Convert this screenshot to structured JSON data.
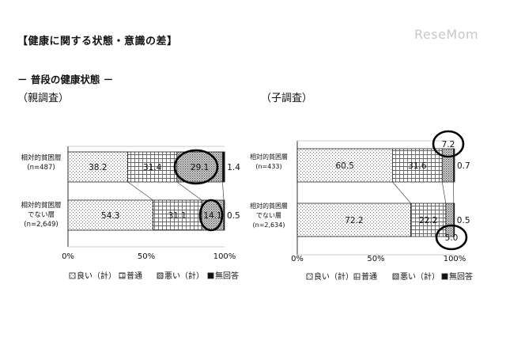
{
  "header": {
    "title": "【健康に関する状態・意識の差】",
    "subtitle": "－ 普段の健康状態 －",
    "logo": "ReseMom"
  },
  "panels": {
    "parent_label": "（親調査）",
    "child_label": "（子調査）"
  },
  "colors": {
    "good": "#ffffff",
    "normal": "#ffffff",
    "bad": "#ffffff",
    "no_answer": "#111111",
    "circle": "#000000"
  },
  "chart_data": [
    {
      "type": "bar",
      "orientation": "horizontal",
      "stacked": true,
      "percent_stacked": true,
      "categories": [
        [
          "相対的貧困層",
          "(n=487)"
        ],
        [
          "相対的貧困層",
          "でない層",
          "(n=2,649)"
        ]
      ],
      "series": [
        {
          "name": "良い（計）",
          "values": [
            38.2,
            54.3
          ]
        },
        {
          "name": "普通",
          "values": [
            31.4,
            31.1
          ]
        },
        {
          "name": "悪い（計）",
          "values": [
            29.1,
            14.1
          ]
        },
        {
          "name": "無回答",
          "values": [
            1.4,
            0.5
          ]
        }
      ],
      "xticks": [
        "0%",
        "50%",
        "100%"
      ],
      "xlim": [
        0,
        100
      ],
      "legend_position": "bottom",
      "circled": [
        {
          "series": 2,
          "category": 0
        },
        {
          "series": 2,
          "category": 1
        }
      ]
    },
    {
      "type": "bar",
      "orientation": "horizontal",
      "stacked": true,
      "percent_stacked": true,
      "categories": [
        [
          "相対的貧困層",
          "(n=433)"
        ],
        [
          "相対的貧困層",
          "でない層",
          "(n=2,634)"
        ]
      ],
      "series": [
        {
          "name": "良い（計）",
          "values": [
            60.5,
            72.2
          ]
        },
        {
          "name": "普通",
          "values": [
            31.6,
            22.2
          ]
        },
        {
          "name": "悪い（計）",
          "values": [
            7.2,
            5.0
          ]
        },
        {
          "name": "無回答",
          "values": [
            0.7,
            0.5
          ]
        }
      ],
      "xticks": [
        "0%",
        "50%",
        "100%"
      ],
      "xlim": [
        0,
        100
      ],
      "legend_position": "bottom",
      "circled": [
        {
          "series": 2,
          "category": 0
        },
        {
          "series": 2,
          "category": 1
        }
      ]
    }
  ]
}
